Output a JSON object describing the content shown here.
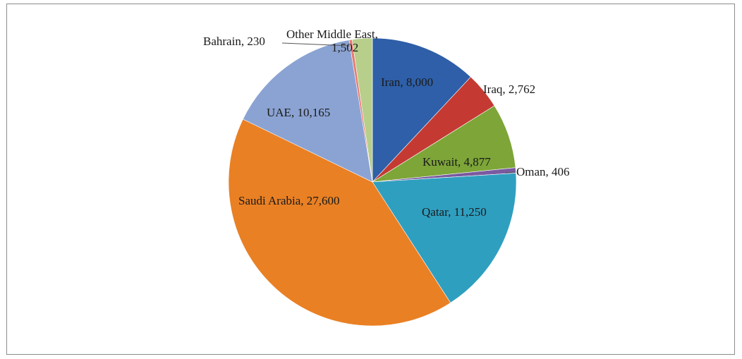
{
  "chart_data": {
    "type": "pie",
    "title": "",
    "legend": "none",
    "start_angle_deg": 0,
    "direction": "clockwise",
    "slices": [
      {
        "label": "Iran",
        "value": 8000,
        "display": "Iran, 8,000",
        "color": "#2e5fa8"
      },
      {
        "label": "Iraq",
        "value": 2762,
        "display": "Iraq, 2,762",
        "color": "#c43a33"
      },
      {
        "label": "Kuwait",
        "value": 4877,
        "display": "Kuwait, 4,877",
        "color": "#7da538"
      },
      {
        "label": "Oman",
        "value": 406,
        "display": "Oman, 406",
        "color": "#7a5aa0"
      },
      {
        "label": "Qatar",
        "value": 11250,
        "display": "Qatar, 11,250",
        "color": "#2f9fc0"
      },
      {
        "label": "Saudi Arabia",
        "value": 27600,
        "display": "Saudi Arabia, 27,600",
        "color": "#e98024"
      },
      {
        "label": "UAE",
        "value": 10165,
        "display": "UAE, 10,165",
        "color": "#8ba3d2"
      },
      {
        "label": "Bahrain",
        "value": 230,
        "display": "Bahrain, 230",
        "color": "#e87a72"
      },
      {
        "label": "Other Middle East",
        "value": 1502,
        "display_lines": [
          "Other Middle East,",
          "1,502"
        ],
        "color": "#b7cf8a"
      }
    ]
  }
}
